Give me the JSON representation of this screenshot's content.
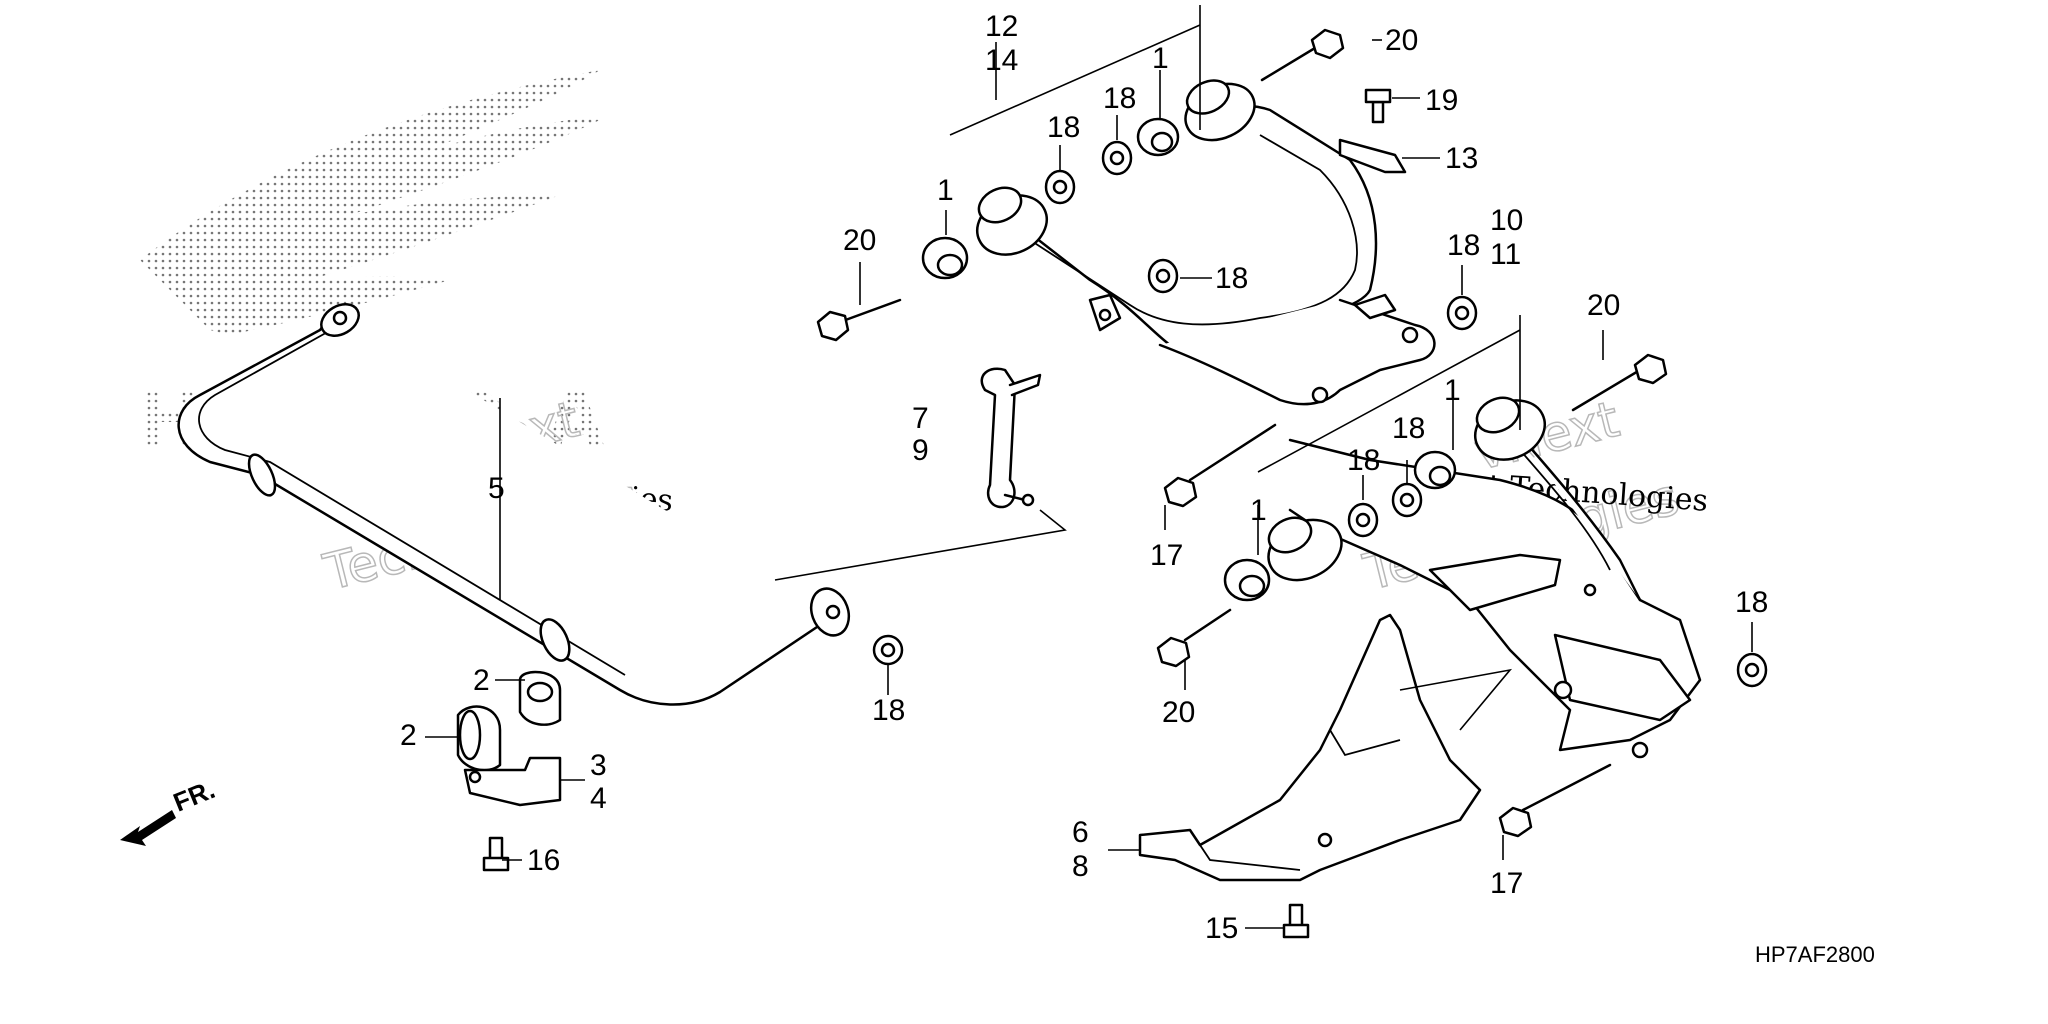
{
  "diagram_code": "HP7AF2800",
  "direction_label": "FR.",
  "brand_watermark": "HONDA",
  "watermark": {
    "line1": "vNext Technologies",
    "outline_a": "vNext",
    "outline_b": "Technologies"
  },
  "callouts": {
    "c1a": "1",
    "c1b": "1",
    "c1c": "1",
    "c1d": "1",
    "c2a": "2",
    "c2b": "2",
    "c3": "3",
    "c4": "4",
    "c5": "5",
    "c6": "6",
    "c7": "7",
    "c8": "8",
    "c9": "9",
    "c10": "10",
    "c11": "11",
    "c12": "12",
    "c13": "13",
    "c14": "14",
    "c15": "15",
    "c16": "16",
    "c17a": "17",
    "c17b": "17",
    "c18a": "18",
    "c18b": "18",
    "c18c": "18",
    "c18d": "18",
    "c18e": "18",
    "c18f": "18",
    "c18g": "18",
    "c18h": "18",
    "c19": "19",
    "c20a": "20",
    "c20b": "20",
    "c20c": "20",
    "c20d": "20"
  }
}
